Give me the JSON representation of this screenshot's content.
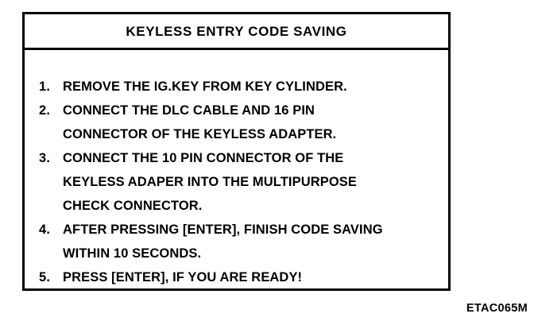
{
  "panel": {
    "title": "KEYLESS ENTRY CODE SAVING",
    "steps": [
      {
        "number": "1.",
        "lines": [
          "REMOVE THE IG.KEY FROM KEY CYLINDER."
        ]
      },
      {
        "number": "2.",
        "lines": [
          "CONNECT THE DLC CABLE AND 16 PIN",
          "CONNECTOR OF THE KEYLESS ADAPTER."
        ]
      },
      {
        "number": "3.",
        "lines": [
          "CONNECT THE 10 PIN CONNECTOR OF THE",
          "KEYLESS ADAPER INTO THE MULTIPURPOSE",
          "CHECK CONNECTOR."
        ]
      },
      {
        "number": "4.",
        "lines": [
          "AFTER PRESSING [ENTER], FINISH CODE SAVING",
          "WITHIN 10 SECONDS."
        ]
      },
      {
        "number": "5.",
        "lines": [
          "PRESS [ENTER], IF YOU ARE READY!"
        ]
      }
    ]
  },
  "figure_ref": "ETAC065M",
  "colors": {
    "ink": "#000000",
    "paper": "#ffffff"
  }
}
